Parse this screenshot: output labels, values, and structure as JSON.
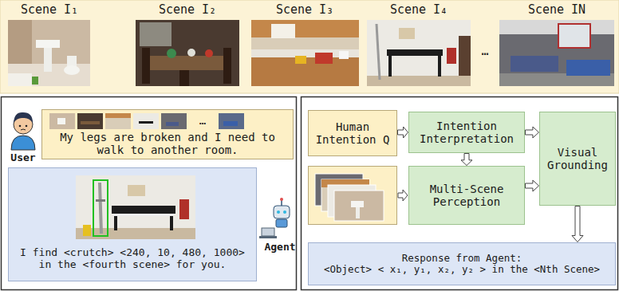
{
  "diagram": {
    "nodes": [
      {
        "text": [
          "My legs are broken and I need to walk to another room."
        ]
      },
      {
        "text": [
          "I find <crutch> <240, 10, 480, 1000> in the <fourth scene> for you."
        ]
      },
      {
        "text": [
          "Human Intention Q"
        ]
      },
      {
        "text": [
          "Intention Interpretation"
        ]
      },
      {
        "text": [
          "Multi-Scene Perception"
        ]
      },
      {
        "text": [
          "Visual Grounding"
        ]
      },
      {
        "text": [
          "Response from Agent:",
          "<Object> < x₁, y₁, x₂, y₂ > in the <Nth Scene>"
        ]
      }
    ],
    "edges": [
      {
        "from": 2,
        "to": 3,
        "arrow": "to"
      },
      {
        "from": 3,
        "to": 5,
        "arrow": "to"
      },
      {
        "from": 3,
        "to": 4,
        "arrow": "to"
      },
      {
        "from": 4,
        "to": 5,
        "arrow": "to"
      },
      {
        "from": 5,
        "to": 6,
        "arrow": "to"
      }
    ],
    "labels": [
      "Scene I₁",
      "Scene I₂",
      "Scene I₃",
      "Scene I₄",
      "…",
      "Scene IN",
      "…",
      "User",
      "Agent"
    ]
  }
}
